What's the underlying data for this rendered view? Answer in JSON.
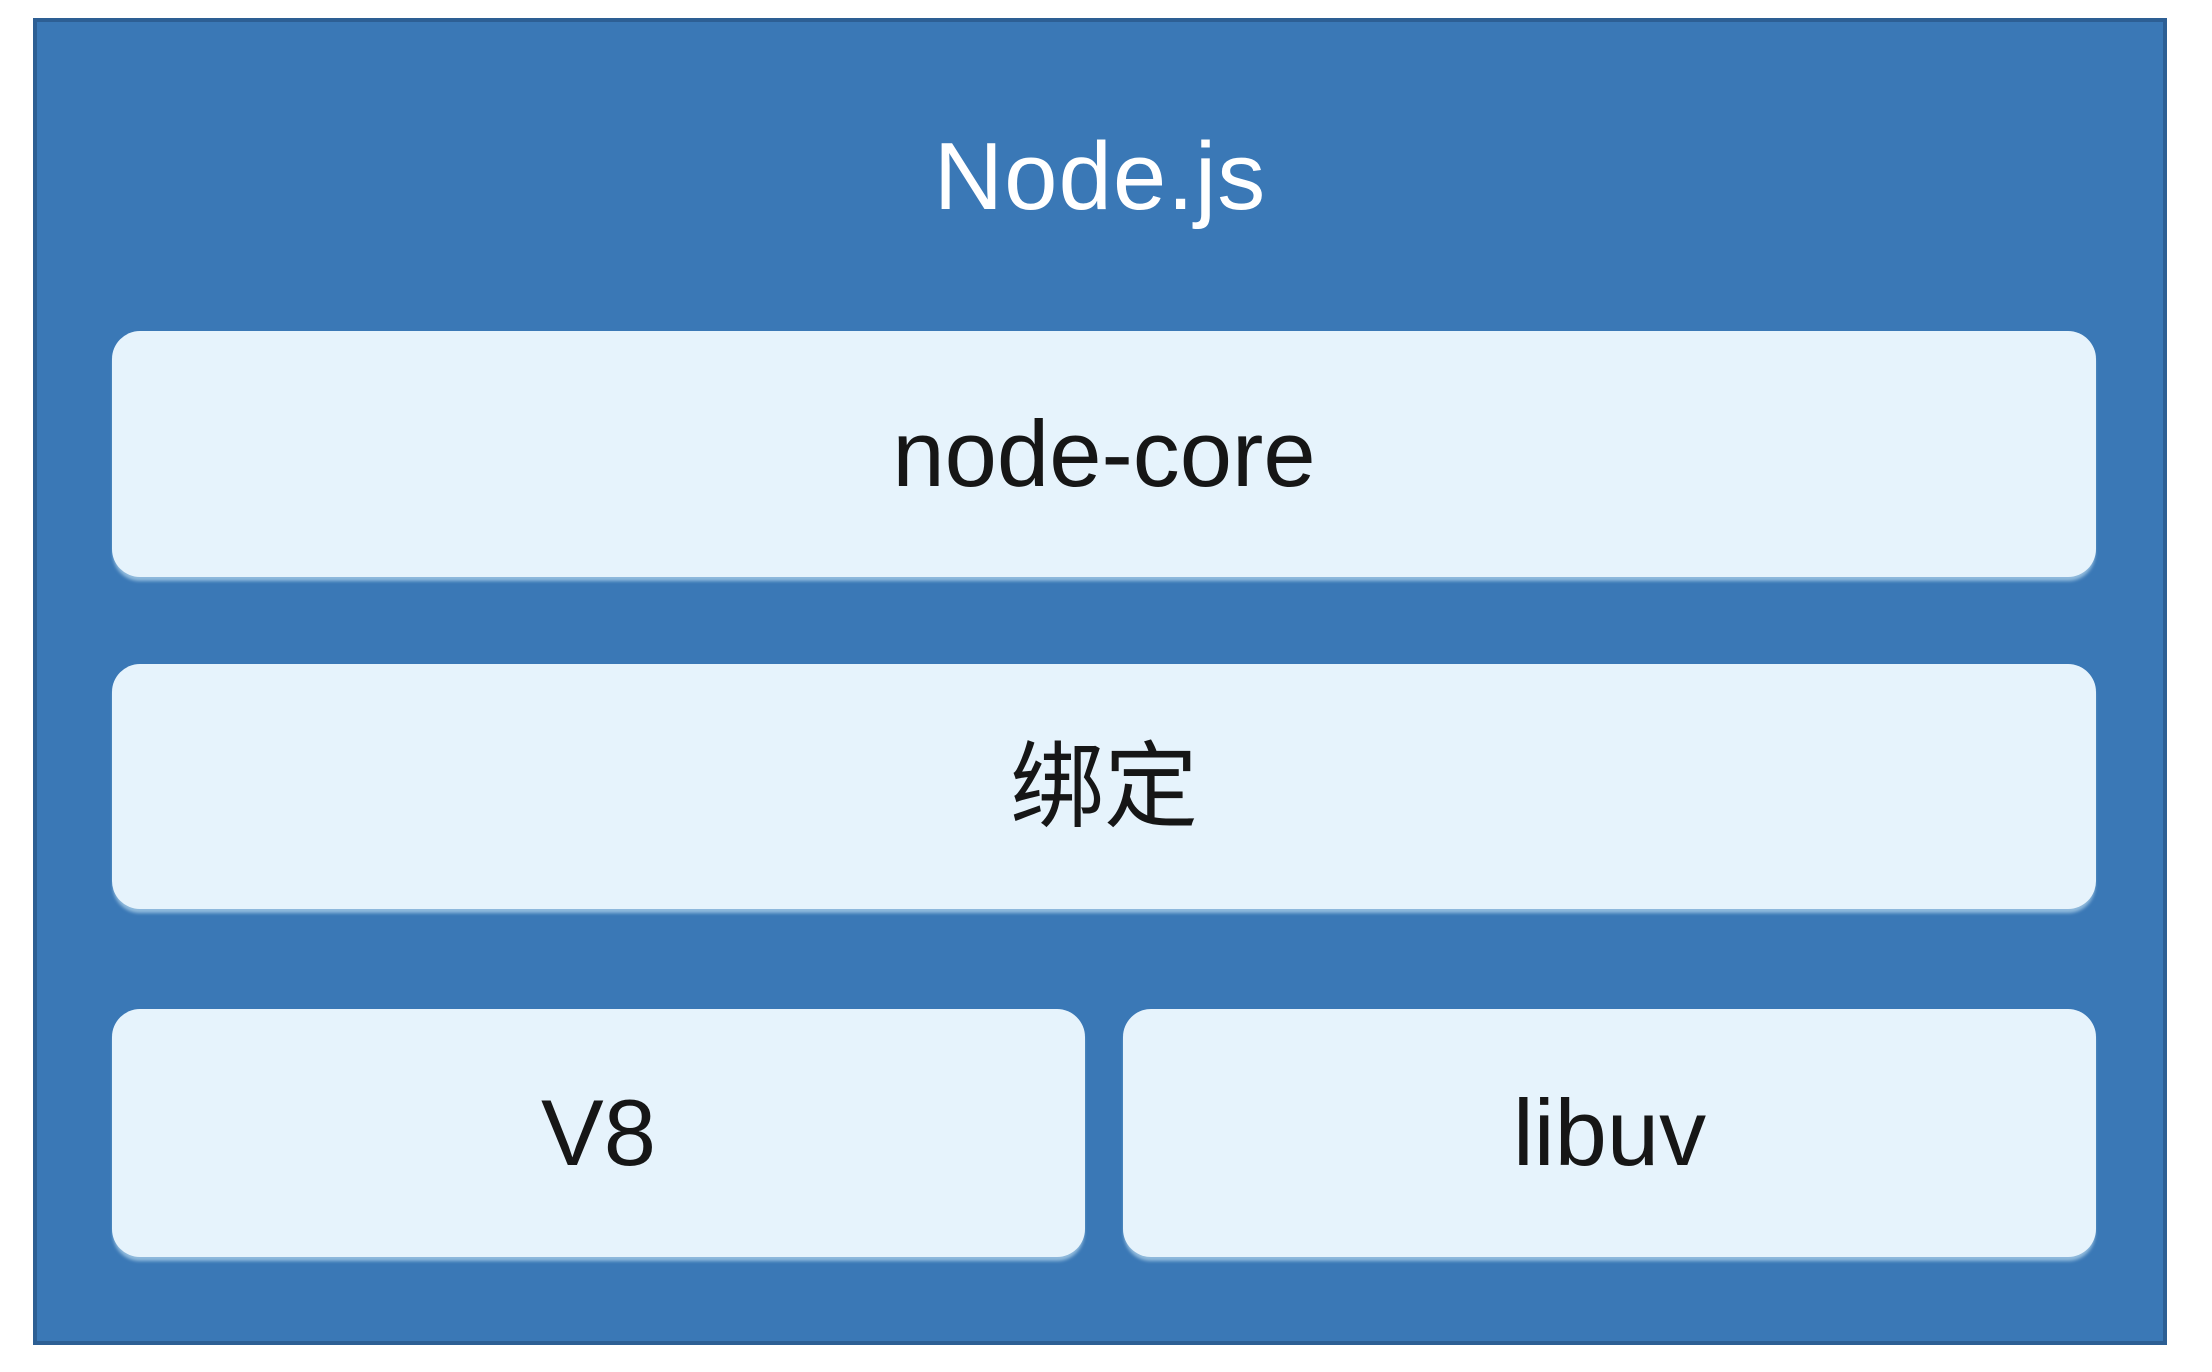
{
  "diagram": {
    "title": "Node.js",
    "rows": [
      {
        "boxes": [
          {
            "id": "node-core",
            "label": "node-core"
          }
        ]
      },
      {
        "boxes": [
          {
            "id": "bindings",
            "label": "绑定"
          }
        ]
      },
      {
        "boxes": [
          {
            "id": "v8",
            "label": "V8"
          },
          {
            "id": "libuv",
            "label": "libuv"
          }
        ]
      }
    ],
    "colors": {
      "page_background": "#ffffff",
      "container": "#3a78b6",
      "container_border": "#2d5f94",
      "box_fill": "#e6f3fc",
      "box_text": "#161616",
      "title_text": "#ffffff"
    }
  }
}
